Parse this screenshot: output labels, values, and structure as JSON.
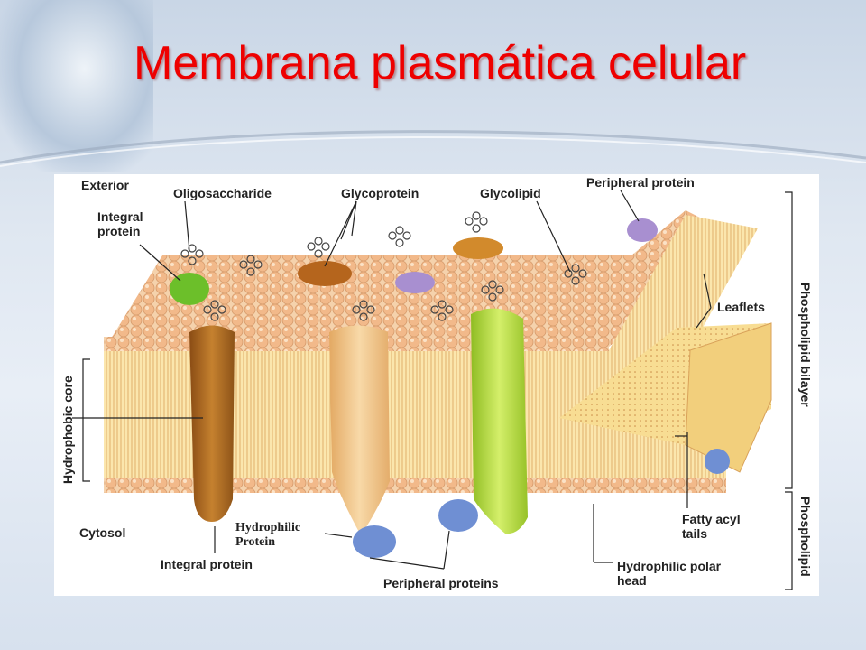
{
  "slide": {
    "title": "Membrana plasmática celular"
  },
  "colors": {
    "title": "#ee0000",
    "phospholipid_head": "#f2c08e",
    "tail_region": "#f7df9a",
    "integral_protein_brown": "#b86d23",
    "glycoprotein_tan": "#f2c389",
    "integral_protein_green": "#a9d63a",
    "peripheral_protein_blue": "#6f8fd3",
    "peripheral_protein_purple": "#a88fd0",
    "integral_protein_small_green": "#6cbf2a"
  },
  "diagram": {
    "labels": {
      "exterior": "Exterior",
      "oligosaccharide": "Oligosaccharide",
      "glycoprotein": "Glycoprotein",
      "glycolipid": "Glycolipid",
      "peripheral_protein": "Peripheral protein",
      "integral_protein_top_line1": "Integral",
      "integral_protein_top_line2": "protein",
      "leaflets": "Leaflets",
      "hydrophobic_core": "Hydrophobic core",
      "phospholipid_bilayer": "Phospholipid  bilayer",
      "phospholipid": "Phospholipid",
      "cytosol": "Cytosol",
      "hydrophilic_protein_line1": "Hydrophilic",
      "hydrophilic_protein_line2": "Protein",
      "integral_protein_bottom": "Integral protein",
      "peripheral_proteins": "Peripheral proteins",
      "fatty_acyl_line1": "Fatty acyl",
      "fatty_acyl_line2": "tails",
      "hydrophilic_polar_line1": "Hydrophilic polar",
      "hydrophilic_polar_line2": "head"
    }
  }
}
